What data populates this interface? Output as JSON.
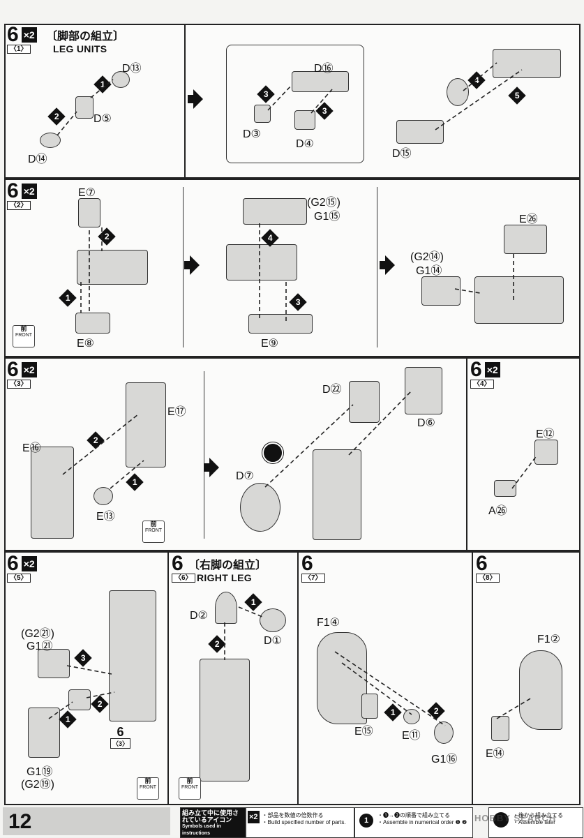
{
  "page_number": "12",
  "sections": {
    "s1": {
      "step": "6",
      "sub": "〈1〉",
      "mult": "×2",
      "title_jp": "〔脚部の組立〕",
      "title_en": "LEG UNITS",
      "parts": [
        "D⑬",
        "D⑤",
        "D⑭",
        "D⑯",
        "D③",
        "D④",
        "D⑮"
      ]
    },
    "s2": {
      "step": "6",
      "sub": "〈2〉",
      "mult": "×2",
      "parts": [
        "E⑦",
        "E⑧",
        "(G2⑮)",
        "G1⑮",
        "E⑨",
        "E㉖",
        "(G2⑭)",
        "G1⑭"
      ]
    },
    "s3": {
      "step": "6",
      "sub": "〈3〉",
      "mult": "×2",
      "parts": [
        "E⑰",
        "E⑯",
        "E⑬",
        "D㉒",
        "D⑥",
        "D⑦"
      ]
    },
    "s4": {
      "step": "6",
      "sub": "〈4〉",
      "mult": "×2",
      "parts": [
        "E⑫",
        "A㉖"
      ]
    },
    "s5": {
      "step": "6",
      "sub": "〈5〉",
      "mult": "×2",
      "parts": [
        "(G2㉑)",
        "G1㉑",
        "G1⑲",
        "(G2⑲)"
      ],
      "ref_step": "6",
      "ref_sub": "〈3〉"
    },
    "s6": {
      "step": "6",
      "sub": "〈6〉",
      "title_jp": "〔右脚の組立〕",
      "title_en": "RIGHT LEG",
      "parts": [
        "D②",
        "D①"
      ]
    },
    "s7": {
      "step": "6",
      "sub": "〈7〉",
      "parts": [
        "F1④",
        "E⑮",
        "E⑪",
        "G1⑯"
      ]
    },
    "s8": {
      "step": "6",
      "sub": "〈8〉",
      "parts": [
        "F1②",
        "E⑭"
      ]
    }
  },
  "order_marks": [
    "1",
    "2",
    "3",
    "4",
    "5"
  ],
  "front": {
    "kanji": "前",
    "label": "FRONT"
  },
  "legend": {
    "icons_jp": "組み立て中に使用されているアイコン",
    "icons_en": "Symbols used in instructions",
    "x2_mark": "×2",
    "x2_jp": "・部品を数値の倍数作る",
    "x2_en": "・Build specified number of parts.",
    "order_jp": "・❶→❷の順番で組み立てる",
    "order_en": "・Assemble in numerical order ❶ ❷",
    "later_jp": "・後から組み立てる",
    "later_en": "・Assemble later"
  },
  "watermark": "HOBBY SEARCH"
}
